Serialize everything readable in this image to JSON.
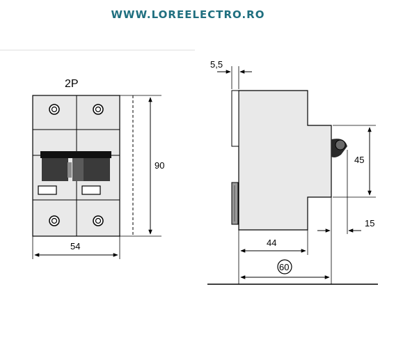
{
  "site_url": "WWW.LOREELECTRO.RO",
  "colors": {
    "url_text": "#1f6f7f",
    "body_fill": "#e9e9e9",
    "line": "#000000",
    "handle_dark": "#3a3a3a",
    "handle_light": "#8a8a8a"
  },
  "front_view": {
    "title": "2P",
    "dim_width": "54",
    "dim_height": "90"
  },
  "side_view": {
    "dim_clip": "5,5",
    "dim_depth_front": "44",
    "dim_depth_total": "60",
    "dim_handle_height": "45",
    "dim_handle_offset": "15"
  }
}
